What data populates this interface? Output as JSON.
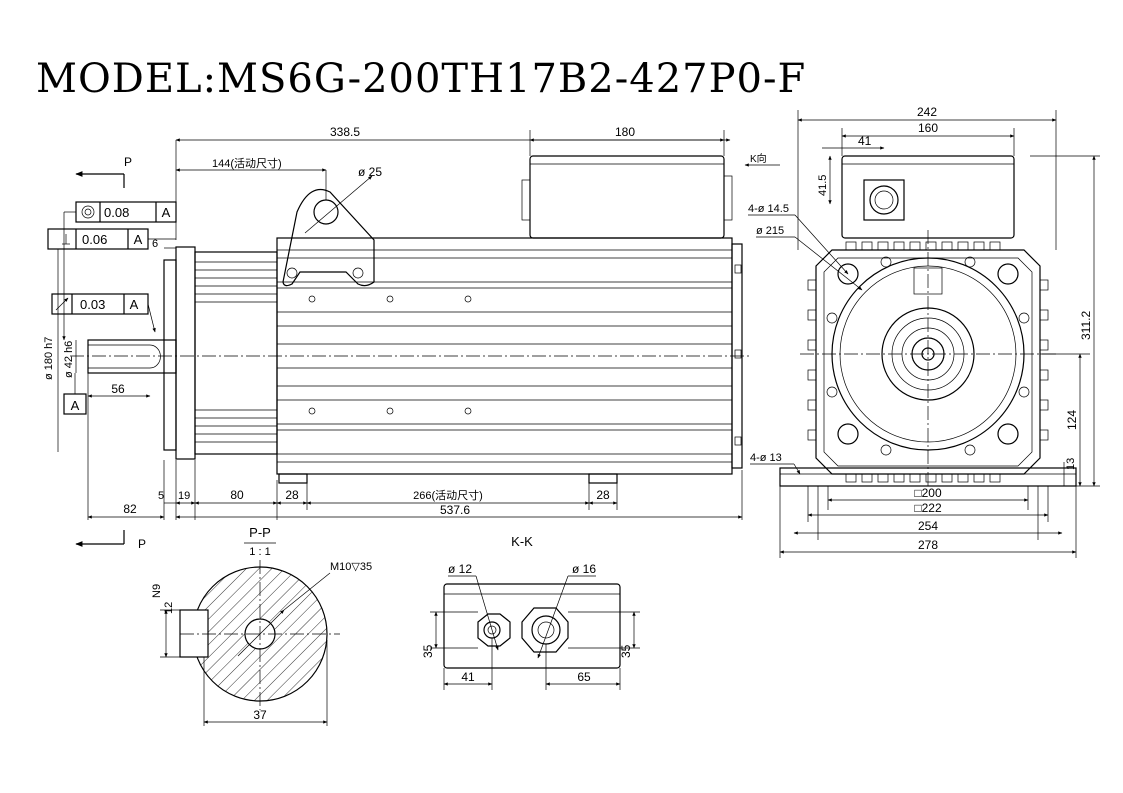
{
  "title": "MODEL:MS6G-200TH17B2-427P0-F",
  "dims": {
    "d338": "338.5",
    "d180": "180",
    "kdir": "K向",
    "p_top": "P",
    "d144": "144(活动尺寸)",
    "phi25": "ø 25",
    "conc": "0.08",
    "datumA1": "A",
    "perp": "0.06",
    "datumA2": "A",
    "d6": "6",
    "runout": "0.03",
    "datumA3": "A",
    "phi180": "ø 180 h7",
    "phi42": "ø 42 h6",
    "d56": "56",
    "datumA": "A",
    "d5": "5",
    "d19": "19",
    "d80": "80",
    "d28a": "28",
    "d266": "266(活动尺寸)",
    "d28b": "28",
    "d82": "82",
    "d537": "537.6",
    "p_bot": "P",
    "d242": "242",
    "d160": "160",
    "d41a": "41",
    "d415": "41.5",
    "hole145": "4-ø 14.5",
    "phi215": "ø 215",
    "d3112": "311.2",
    "d124": "124",
    "hole13": "4-ø 13",
    "d13": "13",
    "sq200": "□200",
    "sq222": "□222",
    "d254": "254",
    "d278": "278",
    "pp": "P-P",
    "scale": "1 : 1",
    "n9": "N9",
    "d12": "12",
    "m10": "M10▽35",
    "d37": "37",
    "kk": "K-K",
    "phi12": "ø 12",
    "phi16": "ø 16",
    "d35a": "35",
    "d35b": "35",
    "d41b": "41",
    "d65": "65"
  }
}
